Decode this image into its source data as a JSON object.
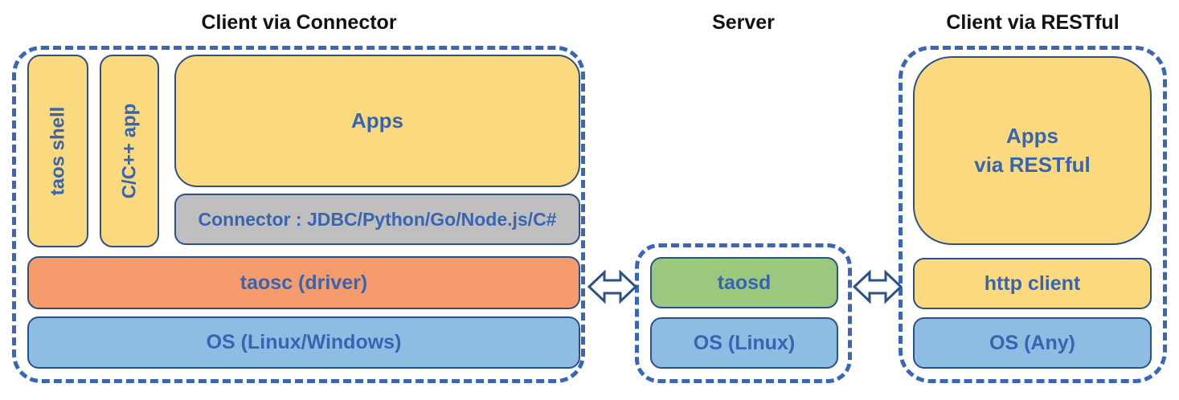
{
  "sections": {
    "client_connector": {
      "title": "Client via Connector",
      "boxes": {
        "taos_shell": "taos shell",
        "cpp_app": "C/C++ app",
        "apps": "Apps",
        "connector": "Connector : JDBC/Python/Go/Node.js/C#",
        "taosc": "taosc (driver)",
        "os": "OS (Linux/Windows)"
      }
    },
    "server": {
      "title": "Server",
      "boxes": {
        "taosd": "taosd",
        "os": "OS (Linux)"
      }
    },
    "client_restful": {
      "title": "Client via RESTful",
      "boxes": {
        "apps_via_restful": "Apps\nvia RESTful",
        "http_client": "http client",
        "os": "OS (Any)"
      }
    }
  },
  "icons": {
    "left_link": "double-arrow-icon",
    "right_link": "double-arrow-icon"
  },
  "colors": {
    "yellow_box": "#FBD97E",
    "gray_box": "#BFBFBF",
    "orange_box": "#F59B6C",
    "blue_box": "#8FBCE2",
    "green_box": "#9CC87E",
    "dashed_border": "#3A66B8",
    "box_border": "#2C5189",
    "label_text": "#3765B2",
    "heading_text": "#111111"
  }
}
